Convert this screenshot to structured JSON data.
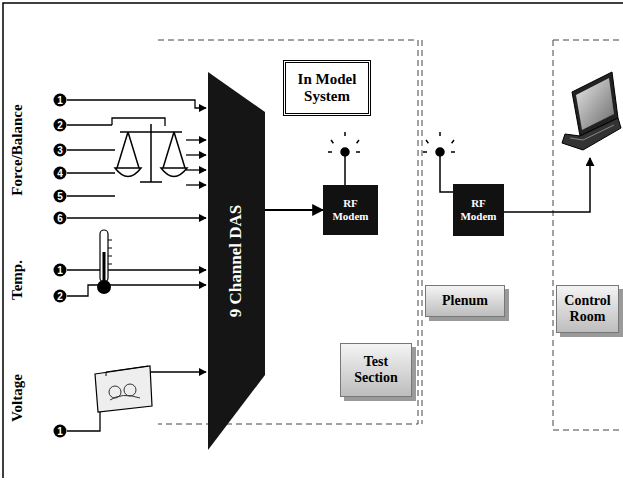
{
  "diagram": {
    "nodes": [
      {
        "text": [
          "In Model System"
        ]
      },
      {
        "text": [
          "9 Channel DAS"
        ]
      },
      {
        "text": [
          "RF Modem"
        ]
      },
      {
        "text": [
          "Test Section"
        ]
      },
      {
        "text": [
          "RF Modem"
        ]
      },
      {
        "text": [
          "Plenum"
        ]
      },
      {
        "text": [
          "Control Room"
        ]
      }
    ],
    "edges": [
      {
        "from": 1,
        "to": 2,
        "arrow": "to"
      }
    ],
    "labels": [
      "Force/Balance",
      "Temp.",
      "Voltage",
      "1",
      "2",
      "3",
      "4",
      "5",
      "6",
      "1",
      "2",
      "1"
    ]
  }
}
